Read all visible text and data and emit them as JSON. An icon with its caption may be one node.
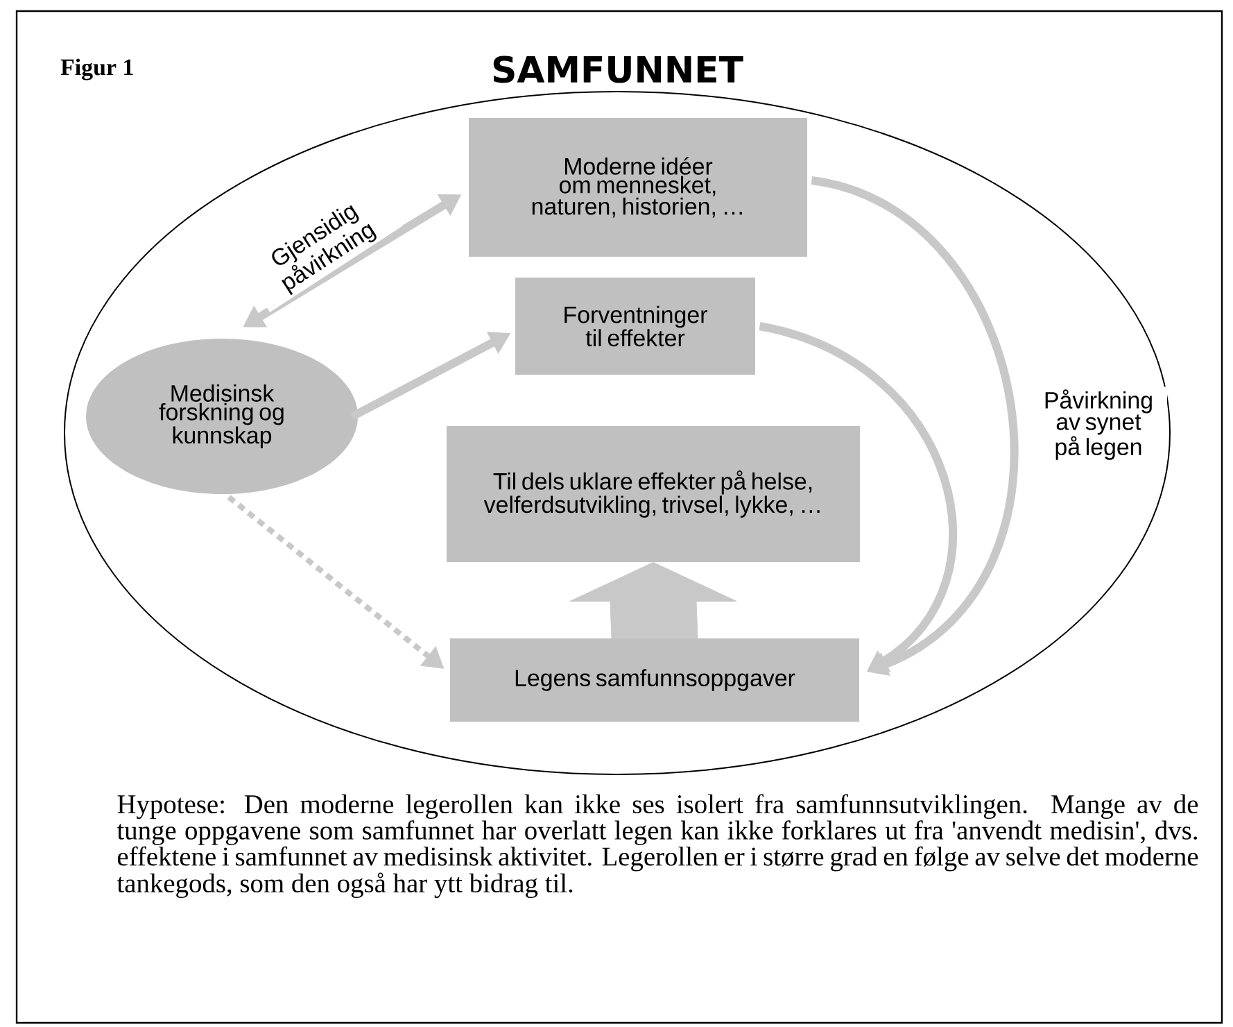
{
  "diagram": {
    "title": "SAMFUNNET",
    "nodes": [
      {
        "text": [],
        "shape": "ellipse"
      },
      {
        "text": [
          "Moderne idéer om mennesket, naturen, historien, …"
        ],
        "in": 0
      },
      {
        "text": [
          "Forventninger til effekter"
        ],
        "in": 0
      },
      {
        "text": [
          "Medisinsk forskning og kunnskap"
        ],
        "in": 0
      },
      {
        "text": [
          "Til dels uklare effekter på helse, velferdsutvikling, trivsel, lykke, …"
        ],
        "in": 0
      },
      {
        "text": [
          "Legens samfunnsoppgaver"
        ],
        "in": 0
      }
    ],
    "edges": [
      {
        "from": 3,
        "to": 1,
        "arrow": "both",
        "label": "Gjensidig påvirkning"
      },
      {
        "from": 3,
        "to": 2,
        "arrow": "to"
      },
      {
        "from": 3,
        "to": 5,
        "arrow": "to",
        "style": "dashed"
      },
      {
        "from": 1,
        "to": 5,
        "arrow": "to",
        "label": "Påvirkning av synet på legen"
      },
      {
        "from": 2,
        "to": 5,
        "arrow": "to"
      },
      {
        "from": 5,
        "to": 4,
        "arrow": "to",
        "style": "thick"
      }
    ],
    "labels": [
      "Figur 1"
    ],
    "caption": "Hypotese: Den moderne legerollen kan ikke ses isolert fra samfunnsutviklingen. Mange av de tunge oppgavene som samfunnet har overlatt legen kan ikke forklares ut fra 'anvendt medisin', dvs. effektene i samfunnet av medisinsk aktivitet. Legerollen er i større grad en følge av selve det moderne tankegods, som den også har ytt bidrag til."
  }
}
